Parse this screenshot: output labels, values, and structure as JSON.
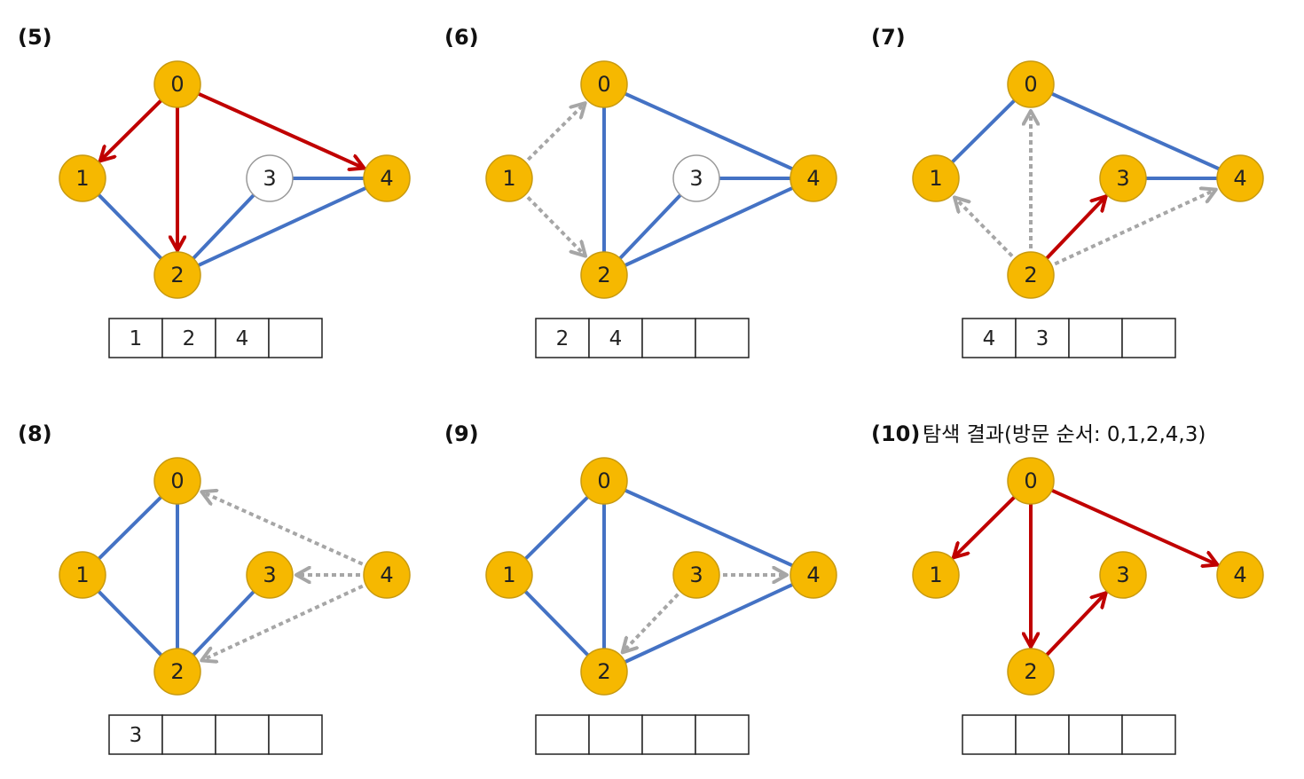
{
  "colors": {
    "visited_fill": "#F6B800",
    "visited_stroke": "#C89A10",
    "unvisited_fill": "#FFFFFF",
    "unvisited_stroke": "#999999",
    "tree_edge": "#C00000",
    "graph_edge": "#4472C4",
    "check_edge": "#A6A6A6",
    "queue_border": "#222222"
  },
  "node_labels": [
    "0",
    "1",
    "2",
    "3",
    "4"
  ],
  "panels": [
    {
      "title": "(5)",
      "caption": "",
      "nodes": [
        {
          "id": "0",
          "visited": true
        },
        {
          "id": "1",
          "visited": true
        },
        {
          "id": "2",
          "visited": true
        },
        {
          "id": "3",
          "visited": false
        },
        {
          "id": "4",
          "visited": true
        }
      ],
      "edges": [
        {
          "from": "0",
          "to": "1",
          "style": "tree"
        },
        {
          "from": "0",
          "to": "2",
          "style": "tree"
        },
        {
          "from": "0",
          "to": "4",
          "style": "tree"
        },
        {
          "from": "1",
          "to": "2",
          "style": "graph"
        },
        {
          "from": "2",
          "to": "3",
          "style": "graph"
        },
        {
          "from": "2",
          "to": "4",
          "style": "graph"
        },
        {
          "from": "3",
          "to": "4",
          "style": "graph"
        }
      ],
      "queue": [
        "1",
        "2",
        "4",
        ""
      ]
    },
    {
      "title": "(6)",
      "caption": "",
      "nodes": [
        {
          "id": "0",
          "visited": true
        },
        {
          "id": "1",
          "visited": true
        },
        {
          "id": "2",
          "visited": true
        },
        {
          "id": "3",
          "visited": false
        },
        {
          "id": "4",
          "visited": true
        }
      ],
      "edges": [
        {
          "from": "1",
          "to": "0",
          "style": "check"
        },
        {
          "from": "1",
          "to": "2",
          "style": "check"
        },
        {
          "from": "0",
          "to": "2",
          "style": "graph"
        },
        {
          "from": "0",
          "to": "4",
          "style": "graph"
        },
        {
          "from": "2",
          "to": "3",
          "style": "graph"
        },
        {
          "from": "2",
          "to": "4",
          "style": "graph"
        },
        {
          "from": "3",
          "to": "4",
          "style": "graph"
        }
      ],
      "queue": [
        "2",
        "4",
        "",
        ""
      ]
    },
    {
      "title": "(7)",
      "caption": "",
      "nodes": [
        {
          "id": "0",
          "visited": true
        },
        {
          "id": "1",
          "visited": true
        },
        {
          "id": "2",
          "visited": true
        },
        {
          "id": "3",
          "visited": true
        },
        {
          "id": "4",
          "visited": true
        }
      ],
      "edges": [
        {
          "from": "0",
          "to": "1",
          "style": "graph"
        },
        {
          "from": "0",
          "to": "4",
          "style": "graph"
        },
        {
          "from": "3",
          "to": "4",
          "style": "graph"
        },
        {
          "from": "2",
          "to": "0",
          "style": "check"
        },
        {
          "from": "2",
          "to": "1",
          "style": "check"
        },
        {
          "from": "2",
          "to": "4",
          "style": "check"
        },
        {
          "from": "2",
          "to": "3",
          "style": "tree"
        }
      ],
      "queue": [
        "4",
        "3",
        "",
        ""
      ]
    },
    {
      "title": "(8)",
      "caption": "",
      "nodes": [
        {
          "id": "0",
          "visited": true
        },
        {
          "id": "1",
          "visited": true
        },
        {
          "id": "2",
          "visited": true
        },
        {
          "id": "3",
          "visited": true
        },
        {
          "id": "4",
          "visited": true
        }
      ],
      "edges": [
        {
          "from": "0",
          "to": "1",
          "style": "graph"
        },
        {
          "from": "0",
          "to": "2",
          "style": "graph"
        },
        {
          "from": "1",
          "to": "2",
          "style": "graph"
        },
        {
          "from": "2",
          "to": "3",
          "style": "graph"
        },
        {
          "from": "4",
          "to": "0",
          "style": "check"
        },
        {
          "from": "4",
          "to": "3",
          "style": "check"
        },
        {
          "from": "4",
          "to": "2",
          "style": "check"
        }
      ],
      "queue": [
        "3",
        "",
        "",
        ""
      ]
    },
    {
      "title": "(9)",
      "caption": "",
      "nodes": [
        {
          "id": "0",
          "visited": true
        },
        {
          "id": "1",
          "visited": true
        },
        {
          "id": "2",
          "visited": true
        },
        {
          "id": "3",
          "visited": true
        },
        {
          "id": "4",
          "visited": true
        }
      ],
      "edges": [
        {
          "from": "0",
          "to": "1",
          "style": "graph"
        },
        {
          "from": "0",
          "to": "2",
          "style": "graph"
        },
        {
          "from": "0",
          "to": "4",
          "style": "graph"
        },
        {
          "from": "1",
          "to": "2",
          "style": "graph"
        },
        {
          "from": "2",
          "to": "4",
          "style": "graph"
        },
        {
          "from": "3",
          "to": "4",
          "style": "check"
        },
        {
          "from": "3",
          "to": "2",
          "style": "check"
        }
      ],
      "queue": [
        "",
        "",
        "",
        ""
      ]
    },
    {
      "title": "(10)",
      "caption": "탐색 결과(방문 순서: 0,1,2,4,3)",
      "nodes": [
        {
          "id": "0",
          "visited": true
        },
        {
          "id": "1",
          "visited": true
        },
        {
          "id": "2",
          "visited": true
        },
        {
          "id": "3",
          "visited": true
        },
        {
          "id": "4",
          "visited": true
        }
      ],
      "edges": [
        {
          "from": "0",
          "to": "1",
          "style": "tree"
        },
        {
          "from": "0",
          "to": "2",
          "style": "tree"
        },
        {
          "from": "0",
          "to": "4",
          "style": "tree"
        },
        {
          "from": "2",
          "to": "3",
          "style": "tree"
        }
      ],
      "queue": [
        "",
        "",
        "",
        ""
      ]
    }
  ]
}
